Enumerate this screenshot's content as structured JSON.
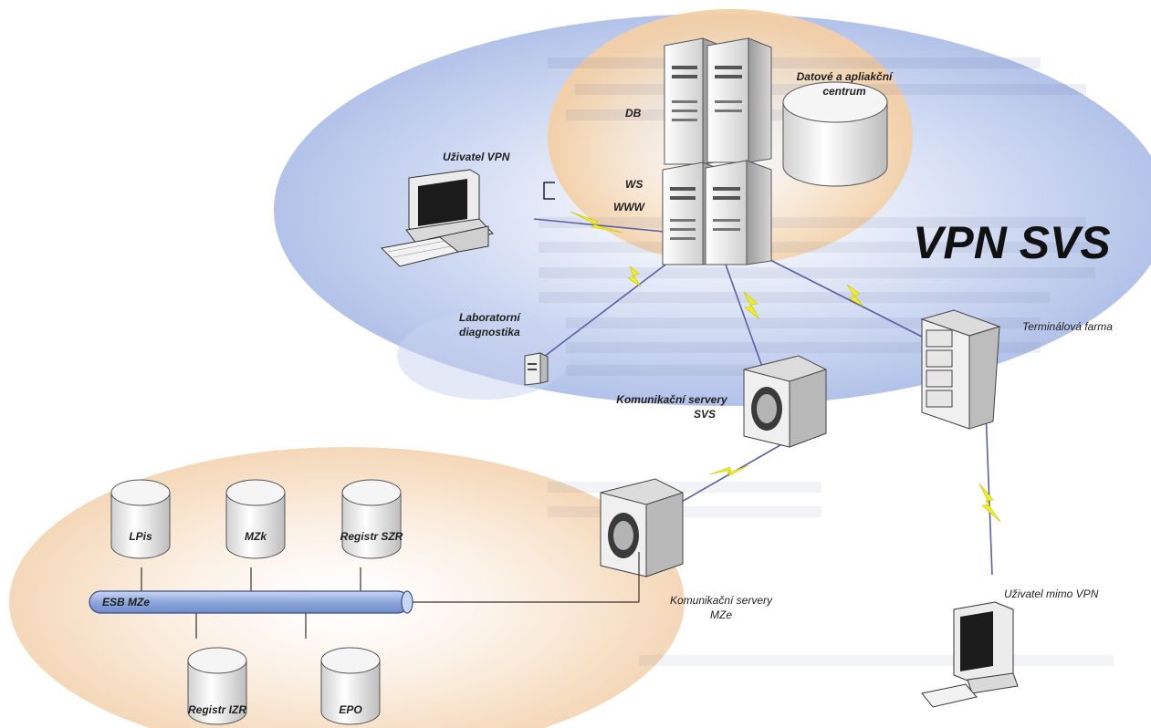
{
  "labels": {
    "vpn_title": "VPN SVS",
    "datacenter_1": "Datové a apliakční",
    "datacenter_2": "centrum",
    "db": "DB",
    "ws": "WS",
    "www": "WWW",
    "user_vpn": "Uživatel VPN",
    "lab_1": "Laboratorní",
    "lab_2": "diagnostika",
    "comm_svs_1": "Komunikační servery",
    "comm_svs_2": "SVS",
    "terminal_farm": "Terminálová farma",
    "comm_mze_1": "Komunikační servery",
    "comm_mze_2": "MZe",
    "user_outside": "Uživatel mimo VPN",
    "esb": "ESB MZe",
    "lpis": "LPis",
    "mzk": "MZk",
    "registr_szr": "Registr SZR",
    "registr_izr": "Registr IZR",
    "epo": "EPO"
  },
  "colors": {
    "vpn_zone": "#b9c8ec",
    "datacenter_zone": "#f6dcbc",
    "mze_zone": "#f6dfc4",
    "server_body": "#f2f2f2",
    "esb_bus": "#8fa8dc",
    "lightning": "#f2ef20",
    "link_line": "#5a5fa8"
  },
  "icons": [
    "server-rack-icon",
    "database-cylinder-icon",
    "workstation-computer-icon",
    "small-server-icon",
    "communication-server-icon",
    "terminal-farm-icon",
    "lightning-link-icon"
  ]
}
